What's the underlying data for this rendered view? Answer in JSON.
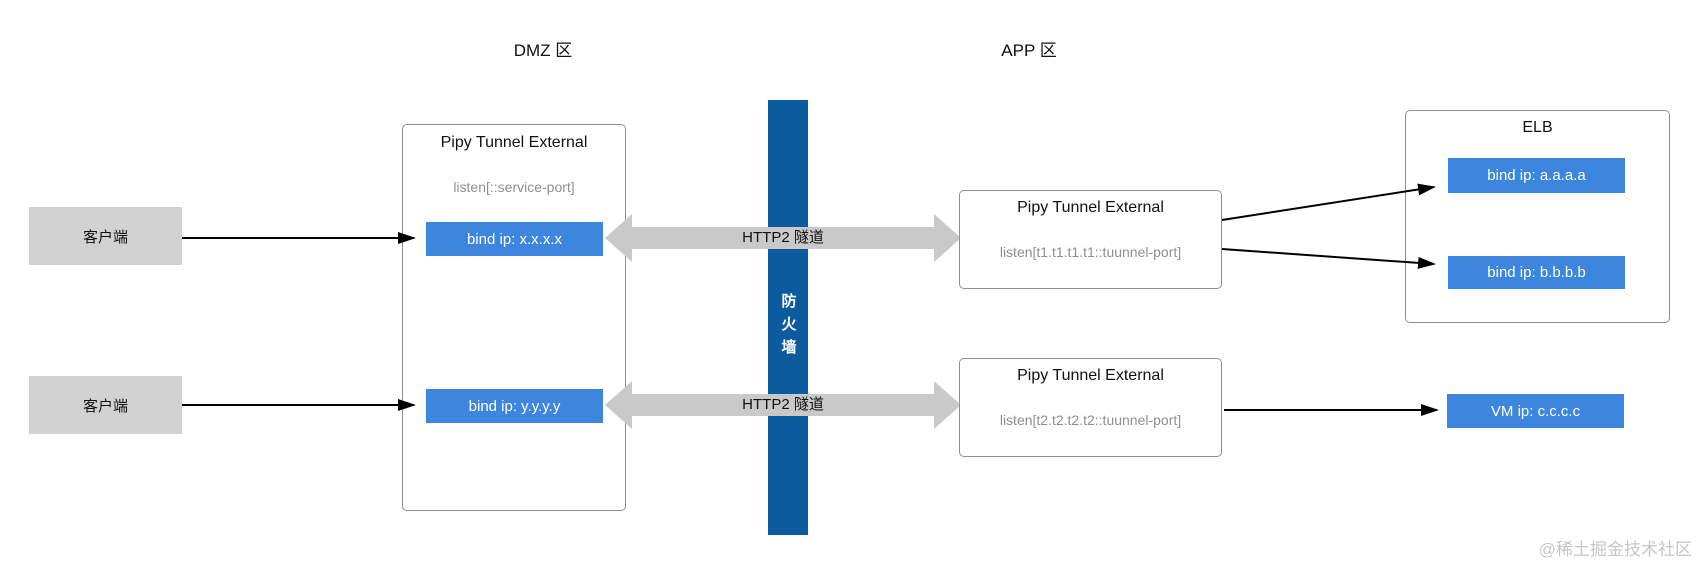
{
  "zones": {
    "dmz_label": "DMZ 区",
    "app_label": "APP 区"
  },
  "clients": [
    {
      "label": "客户端"
    },
    {
      "label": "客户端"
    }
  ],
  "dmz_tunnel_box": {
    "title": "Pipy Tunnel External",
    "listen": "listen[::service-port]",
    "bind_x": "bind ip: x.x.x.x",
    "bind_y": "bind ip: y.y.y.y"
  },
  "firewall": {
    "label": "防火墙"
  },
  "tunnels": [
    {
      "label": "HTTP2 隧道"
    },
    {
      "label": "HTTP2 隧道"
    }
  ],
  "app_tunnel_boxes": [
    {
      "title": "Pipy Tunnel External",
      "listen": "listen[t1.t1.t1.t1::tuunnel-port]"
    },
    {
      "title": "Pipy Tunnel External",
      "listen": "listen[t2.t2.t2.t2::tuunnel-port]"
    }
  ],
  "elb": {
    "title": "ELB",
    "bind_a": "bind ip: a.a.a.a",
    "bind_b": "bind ip: b.b.b.b"
  },
  "vm": {
    "label": "VM ip: c.c.c.c"
  },
  "watermark": "@稀土掘金技术社区",
  "colors": {
    "accent_blue": "#3d86dd",
    "firewall_blue": "#0b5b9e",
    "tunnel_gray": "#c9c9c9",
    "client_gray": "#d2d2d2",
    "border_gray": "#8f8f8f",
    "listen_text_gray": "#8f8f8f",
    "watermark_gray": "#c6c6c6"
  }
}
